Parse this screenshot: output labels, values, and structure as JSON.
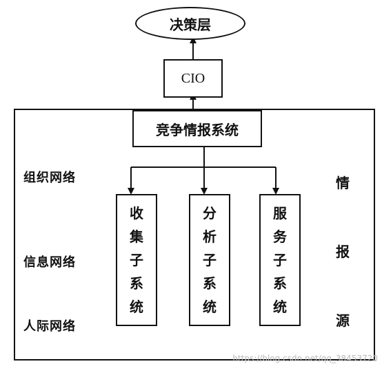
{
  "decision": "决策层",
  "cio": "CIO",
  "ci_system": "竞争情报系统",
  "networks": [
    "组织网络",
    "信息网络",
    "人际网络"
  ],
  "subsystems": [
    [
      "收",
      "集",
      "子",
      "系",
      "统"
    ],
    [
      "分",
      "析",
      "子",
      "系",
      "统"
    ],
    [
      "服",
      "务",
      "子",
      "系",
      "统"
    ]
  ],
  "source": [
    "情",
    "报",
    "源"
  ],
  "watermark": "https://blog.csdn.net/qq_38453720"
}
